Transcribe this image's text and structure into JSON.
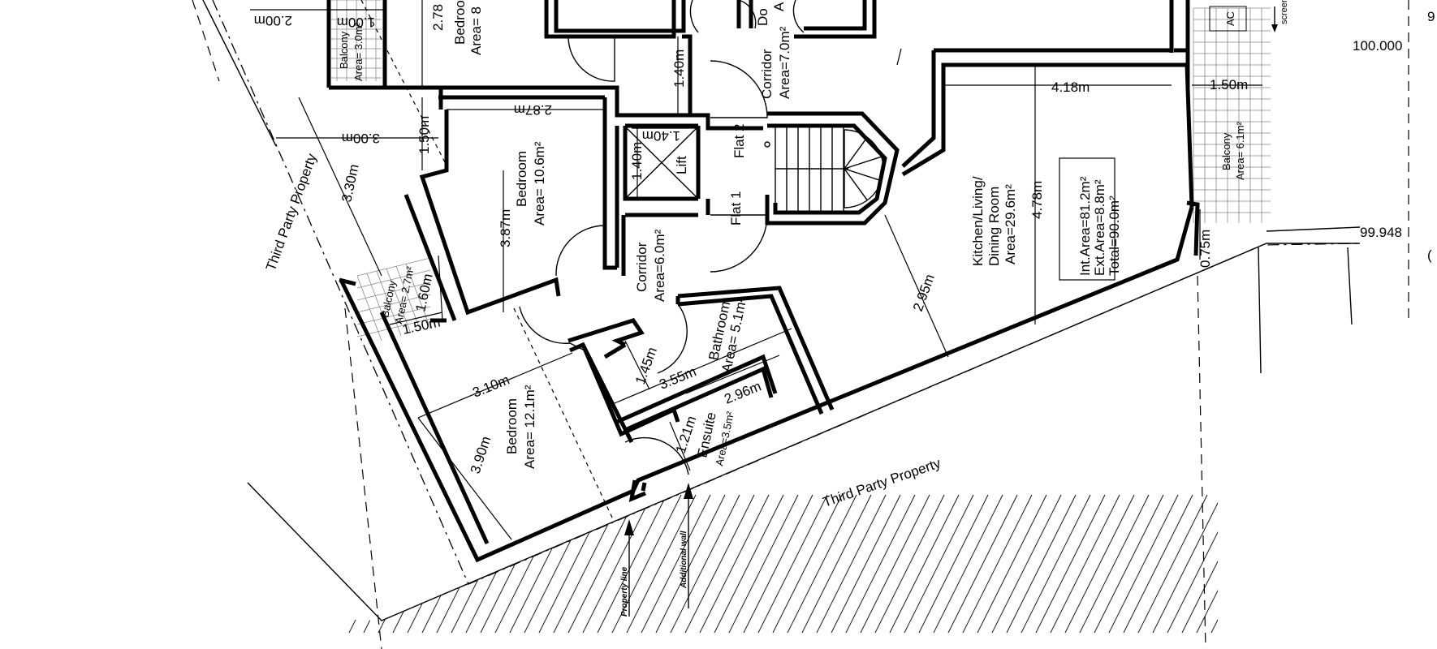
{
  "rooms": {
    "bedroom_top": {
      "name": "Bedroo",
      "area": "Area= 8"
    },
    "balcony_top_left": {
      "name": "Balcony",
      "area": "Area= 3.0m²"
    },
    "corridor_top": {
      "name": "Corridor",
      "area": "Area=7.0m²"
    },
    "door_top": {
      "name": "Do",
      "area": "A"
    },
    "bedroom_mid": {
      "name": "Bedroom",
      "area": "Area= 10.6m²"
    },
    "lift": {
      "name": "Lift"
    },
    "flat2": {
      "name": "Flat 2"
    },
    "flat1": {
      "name": "Flat 1"
    },
    "corridor_mid": {
      "name": "Corridor",
      "area": "Area=6.0m²"
    },
    "balcony_left": {
      "name": "Balcony",
      "area": "Area= 2.7m²"
    },
    "bathroom": {
      "name": "Bathroom",
      "area": "Area= 5.1m²"
    },
    "ensuite": {
      "name": "Ensuite",
      "area": "Area=3.5m²"
    },
    "bedroom_low": {
      "name": "Bedroom",
      "area": "Area= 12.1m²"
    },
    "kitchen": {
      "line1": "Kitchen/Living/",
      "line2": "Dining Room",
      "area": "Area=29.6m²"
    },
    "balcony_right": {
      "name": "Balcony",
      "area": "Area= 6.1m²"
    },
    "ac": {
      "name": "AC"
    }
  },
  "summary_box": {
    "int": "Int.Area=81.2m²",
    "ext": "Ext.Area=8.8m²",
    "total": "Total=90.0m²"
  },
  "dimensions": {
    "d_2_00": "2.00m",
    "d_1_00": "1.00m",
    "d_2_78": "2.78",
    "d_1_40_top": "1.40m",
    "d_2_87": "2.87m",
    "d_1_40_lift_w": "1.40m",
    "d_1_40_lift_h": "1.40m",
    "d_3_00": "3.00m",
    "d_1_50_left": "1.50m",
    "d_3_30": "3.30m",
    "d_3_87": "3.87m",
    "d_1_60": "1.60m",
    "d_1_50_bal": "1.50m",
    "d_4_18": "4.18m",
    "d_1_50_right": "1.50m",
    "d_4_78": "4.78m",
    "d_2_95": "2.95m",
    "d_0_75": "0.75m",
    "d_3_10": "3.10m",
    "d_3_90": "3.90m",
    "d_1_45": "1.45m",
    "d_3_55": "3.55m",
    "d_2_96": "2.96m",
    "d_1_21": "1.21m"
  },
  "levels": {
    "l100": "100.000",
    "l99": "99.948",
    "edge_top": "9",
    "edge_mid": "("
  },
  "annotations": {
    "third_party_left": "Third Party Property",
    "third_party_bottom": "Third Party Property",
    "property_line": "Property line",
    "additional_wall": "Additional wall",
    "screen": "screen"
  }
}
